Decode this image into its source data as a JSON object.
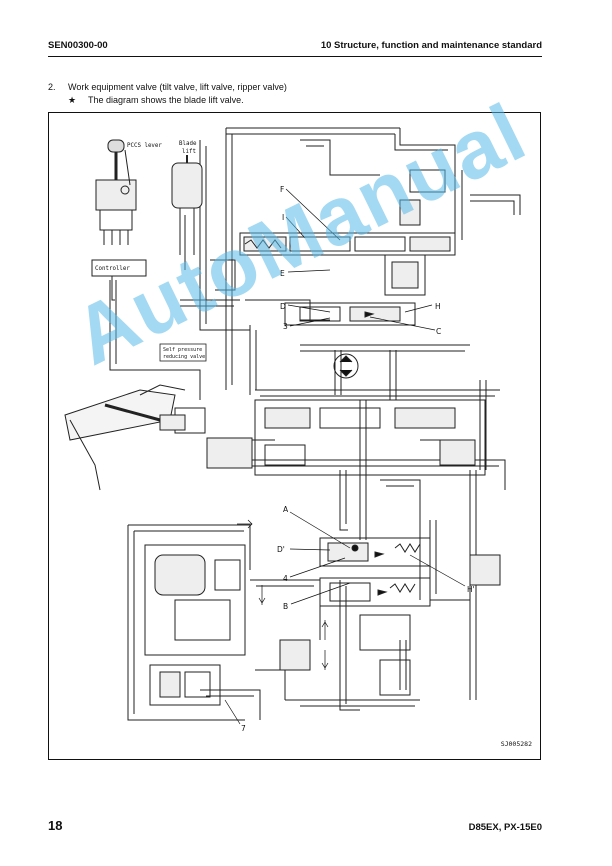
{
  "header": {
    "doc_code": "SEN00300-00",
    "section_title": "10 Structure, function and maintenance standard"
  },
  "intro": {
    "item_number": "2.",
    "item_title": "Work equipment valve (tilt valve, lift valve, ripper valve)",
    "note_marker": "★",
    "note_text": "The diagram shows the blade lift valve."
  },
  "diagram": {
    "labels": {
      "pccs_lever": "PCCS lever",
      "blade": "Blade",
      "lift": "lift",
      "controller": "Controller",
      "self_pressure_1": "Self pressure",
      "self_pressure_2": "reducing valve",
      "F": "F",
      "I": "I",
      "E": "E",
      "D": "D",
      "H": "H",
      "3": "3",
      "C": "C",
      "A": "A",
      "D_prime": "D'",
      "4": "4",
      "B": "B",
      "H_prime": "H'",
      "7": "7"
    },
    "drawing_code": "SJ005282"
  },
  "watermark": "AutoManual",
  "footer": {
    "page_number": "18",
    "model": "D85EX, PX-15E0"
  }
}
